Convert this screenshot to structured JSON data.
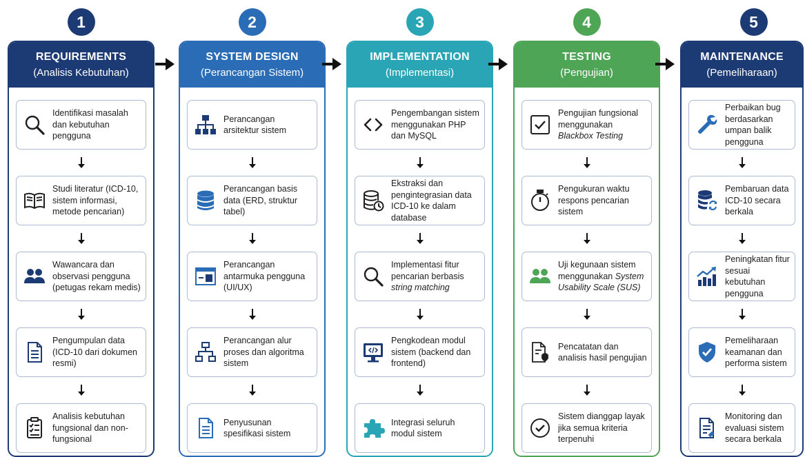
{
  "phases": [
    {
      "number": "1",
      "title": "REQUIREMENTS",
      "subtitle": "(Analisis Kebutuhan)",
      "color": "#1c3a74",
      "steps": [
        {
          "icon": "magnifier-icon",
          "text": "Identifikasi masalah dan kebutuhan pengguna"
        },
        {
          "icon": "book-icon",
          "text": "Studi literatur (ICD-10, sistem informasi, metode pencarian)"
        },
        {
          "icon": "users-icon",
          "text": "Wawancara dan observasi pengguna (petugas rekam medis)"
        },
        {
          "icon": "document-icon",
          "text": "Pengumpulan data (ICD-10 dari dokumen resmi)"
        },
        {
          "icon": "clipboard-checklist-icon",
          "text": "Analisis kebutuhan fungsional dan non-fungsional"
        }
      ]
    },
    {
      "number": "2",
      "title": "SYSTEM DESIGN",
      "subtitle": "(Perancangan Sistem)",
      "color": "#2a6cb6",
      "steps": [
        {
          "icon": "hierarchy-icon",
          "text": "Perancangan arsitektur sistem"
        },
        {
          "icon": "database-icon",
          "text": "Perancangan basis data (ERD, struktur tabel)"
        },
        {
          "icon": "ui-window-icon",
          "text": "Perancangan antarmuka pengguna (UI/UX)"
        },
        {
          "icon": "flowchart-icon",
          "text": "Perancangan alur proses dan algoritma sistem"
        },
        {
          "icon": "document-icon",
          "text": "Penyusunan spesifikasi sistem"
        }
      ]
    },
    {
      "number": "3",
      "title": "IMPLEMENTATION",
      "subtitle": "(Implementasi)",
      "color": "#2aa5b5",
      "steps": [
        {
          "icon": "code-brackets-icon",
          "text": "Pengembangan sistem menggunakan PHP dan MySQL"
        },
        {
          "icon": "database-clock-icon",
          "text": "Ekstraksi dan pengintegrasian data ICD-10 ke dalam database"
        },
        {
          "icon": "magnifier-icon",
          "text_plain": "Implementasi fitur pencarian berbasis",
          "text_italic": "string matching"
        },
        {
          "icon": "monitor-code-icon",
          "text": "Pengkodean modul sistem (backend dan frontend)"
        },
        {
          "icon": "puzzle-icon",
          "text": "Integrasi seluruh modul sistem"
        }
      ]
    },
    {
      "number": "4",
      "title": "TESTING",
      "subtitle": "(Pengujian)",
      "color": "#4fa556",
      "steps": [
        {
          "icon": "checkbox-icon",
          "text_plain": "Pengujian fungsional menggunakan",
          "text_italic": "Blackbox Testing"
        },
        {
          "icon": "stopwatch-icon",
          "text": "Pengukuran waktu respons pencarian sistem"
        },
        {
          "icon": "users-icon",
          "text_plain": "Uji kegunaan sistem menggunakan",
          "text_italic": "System Usability Scale (SUS)"
        },
        {
          "icon": "document-bug-icon",
          "text": "Pencatatan dan analisis hasil pengujian"
        },
        {
          "icon": "check-circle-icon",
          "text": "Sistem dianggap layak jika semua kriteria terpenuhi"
        }
      ]
    },
    {
      "number": "5",
      "title": "MAINTENANCE",
      "subtitle": "(Pemeliharaan)",
      "color": "#1c3a74",
      "steps": [
        {
          "icon": "wrench-icon",
          "text": "Perbaikan bug berdasarkan umpan balik pengguna"
        },
        {
          "icon": "database-sync-icon",
          "text": "Pembaruan data ICD-10 secara berkala"
        },
        {
          "icon": "growth-chart-icon",
          "text": "Peningkatan fitur sesuai kebutuhan pengguna"
        },
        {
          "icon": "shield-check-icon",
          "text": "Pemeliharaan keamanan dan performa sistem"
        },
        {
          "icon": "report-icon",
          "text": "Monitoring dan evaluasi sistem secara berkala"
        }
      ]
    }
  ]
}
